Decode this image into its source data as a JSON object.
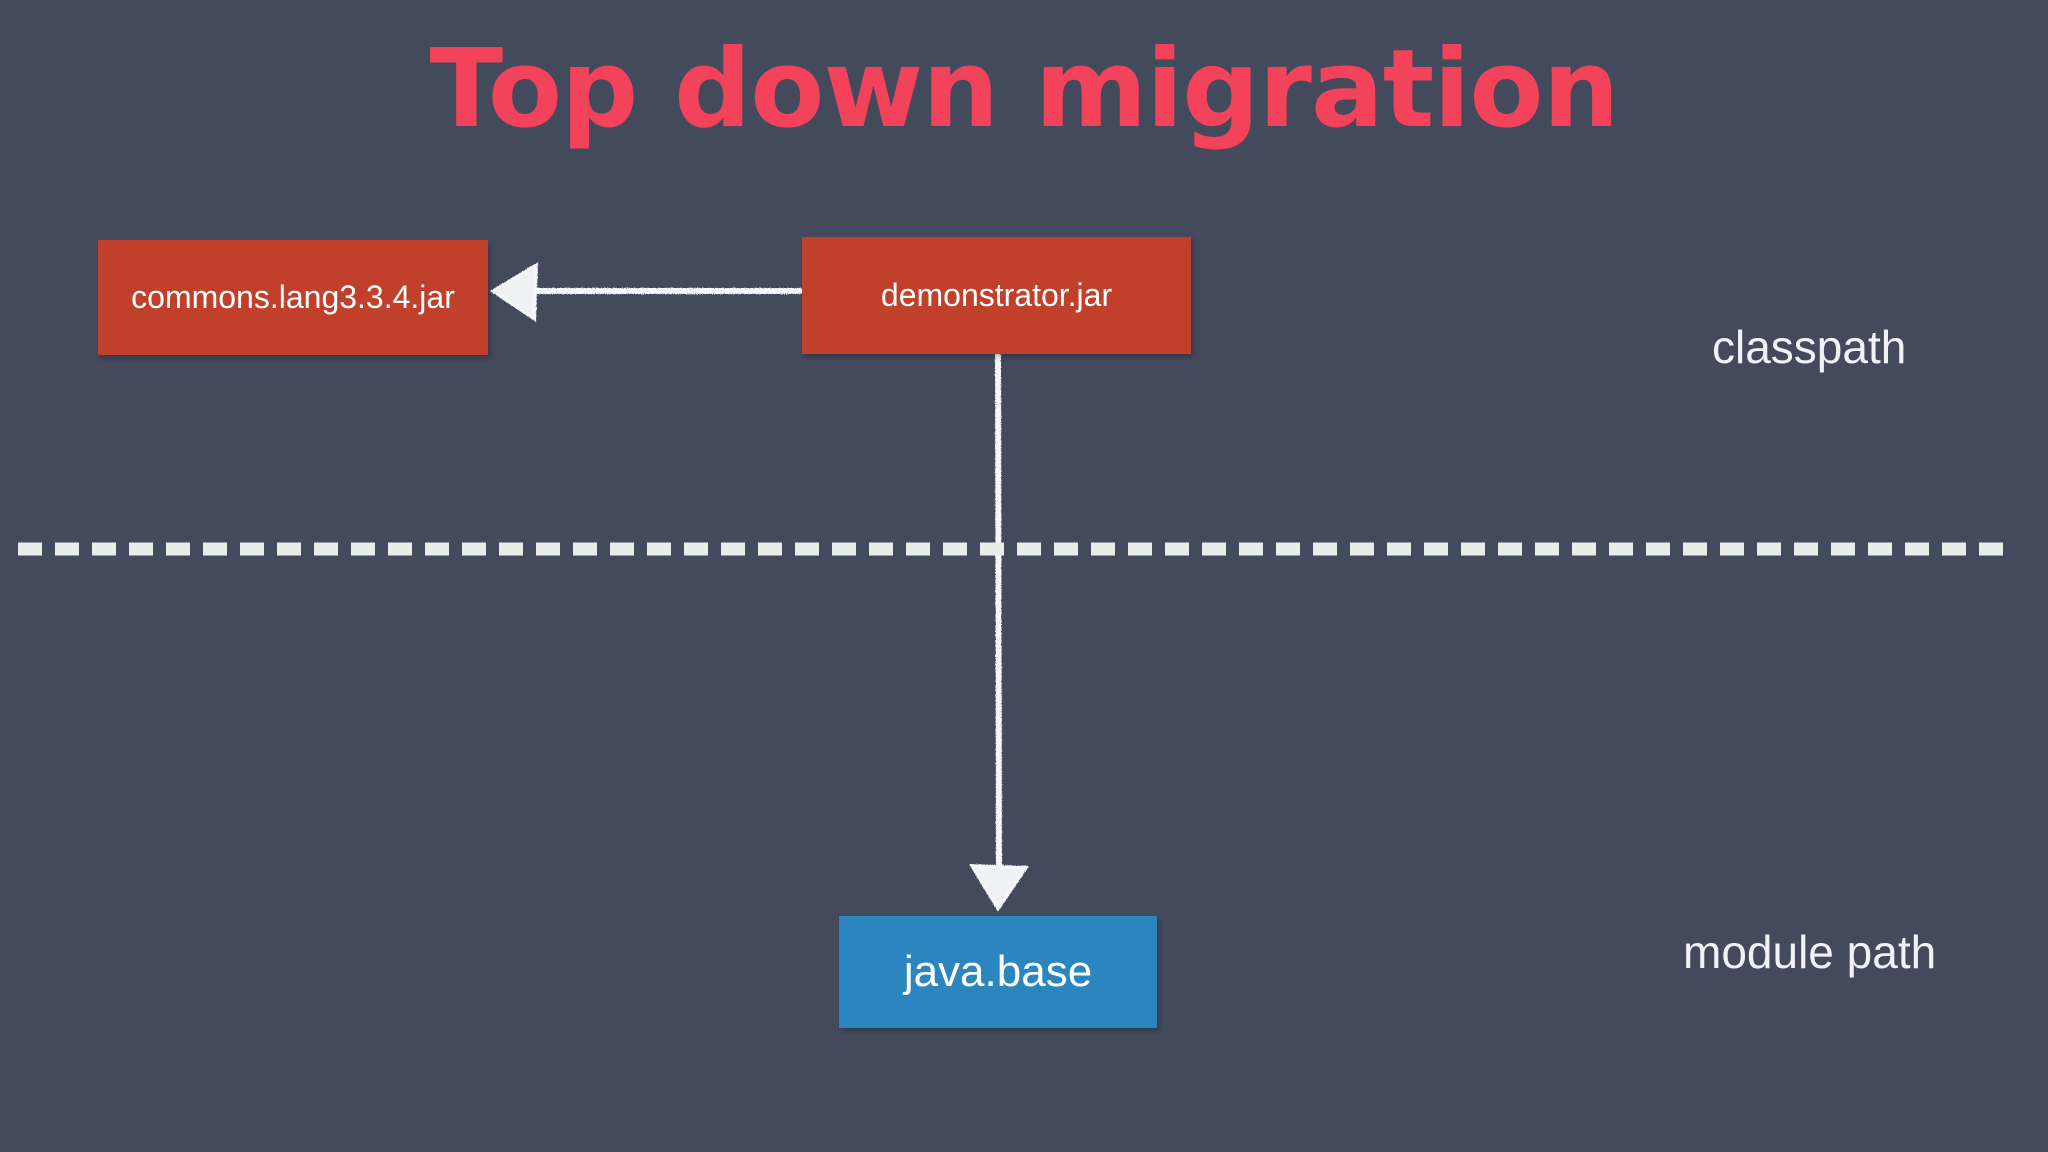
{
  "slide": {
    "title": "Top down migration",
    "background_color": "#434a5c",
    "title_color": "#f2435b"
  },
  "nodes": [
    {
      "id": "commons",
      "label": "commons.lang3.3.4.jar",
      "kind": "jar",
      "color": "#c0402b",
      "text_color": "#ffffff",
      "region": "classpath"
    },
    {
      "id": "demonstrator",
      "label": "demonstrator.jar",
      "kind": "jar",
      "color": "#c0402b",
      "text_color": "#ffffff",
      "region": "classpath"
    },
    {
      "id": "javabase",
      "label": "java.base",
      "kind": "module",
      "color": "#2b86bf",
      "text_color": "#ffffff",
      "region": "module path"
    }
  ],
  "edges": [
    {
      "id": "demonstrator-to-commons",
      "from": "demonstrator",
      "to": "commons",
      "direction": "left",
      "style": "hand-drawn-solid",
      "color": "#f5f6f7"
    },
    {
      "id": "demonstrator-to-javabase",
      "from": "demonstrator",
      "to": "javabase",
      "direction": "down",
      "style": "hand-drawn-solid",
      "color": "#f5f6f7"
    }
  ],
  "boundary": {
    "style": "dashed",
    "color": "#e8edea",
    "above_label": "classpath",
    "below_label": "module path"
  },
  "labels": {
    "classpath": "classpath",
    "module_path": "module path"
  }
}
